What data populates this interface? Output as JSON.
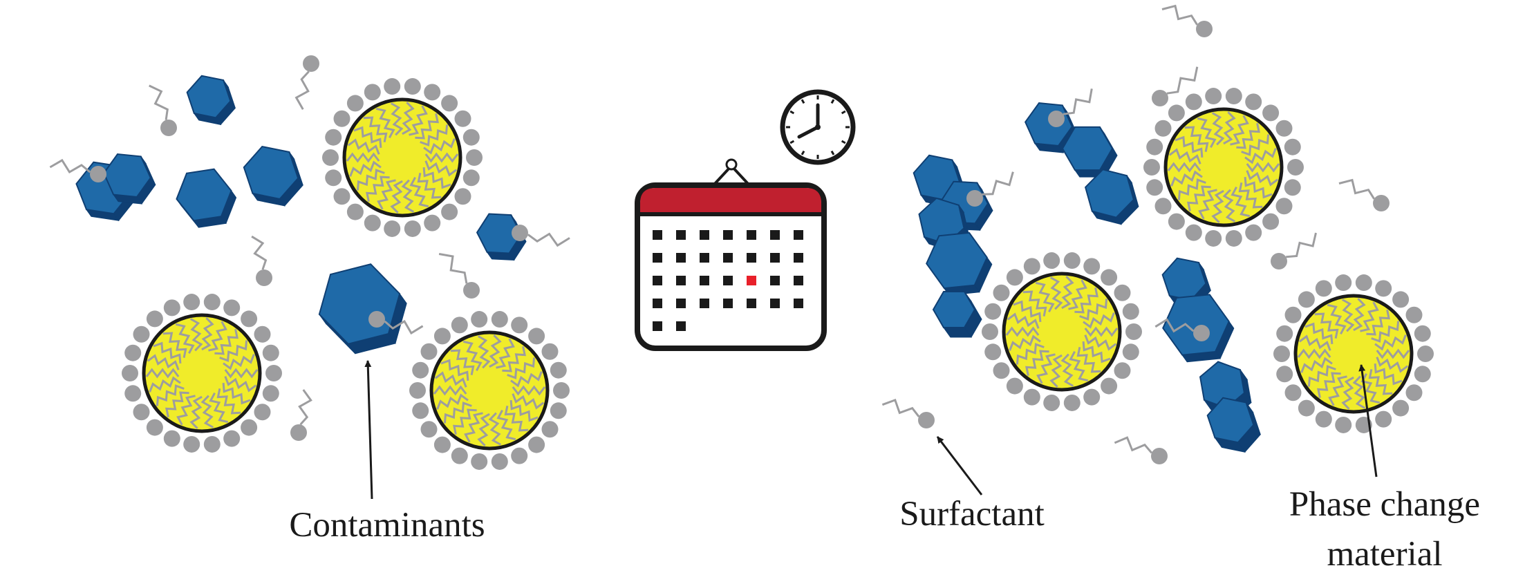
{
  "labels": {
    "contaminants": "Contaminants",
    "surfactant": "Surfactant",
    "pcm_line1": "Phase change",
    "pcm_line2": "material"
  },
  "colors": {
    "pcm_core": "#f0ec2a",
    "surfactant_head": "#9d9d9f",
    "surfactant_tail": "#9d9d9f",
    "contaminant_top": "#1f6aa8",
    "contaminant_side": "#0f3f73",
    "calendar_header": "#c0202f",
    "calendar_highlight": "#e8202a",
    "outline": "#1a1a1a"
  },
  "icons": {
    "calendar": "calendar-icon",
    "clock": "clock-icon"
  }
}
